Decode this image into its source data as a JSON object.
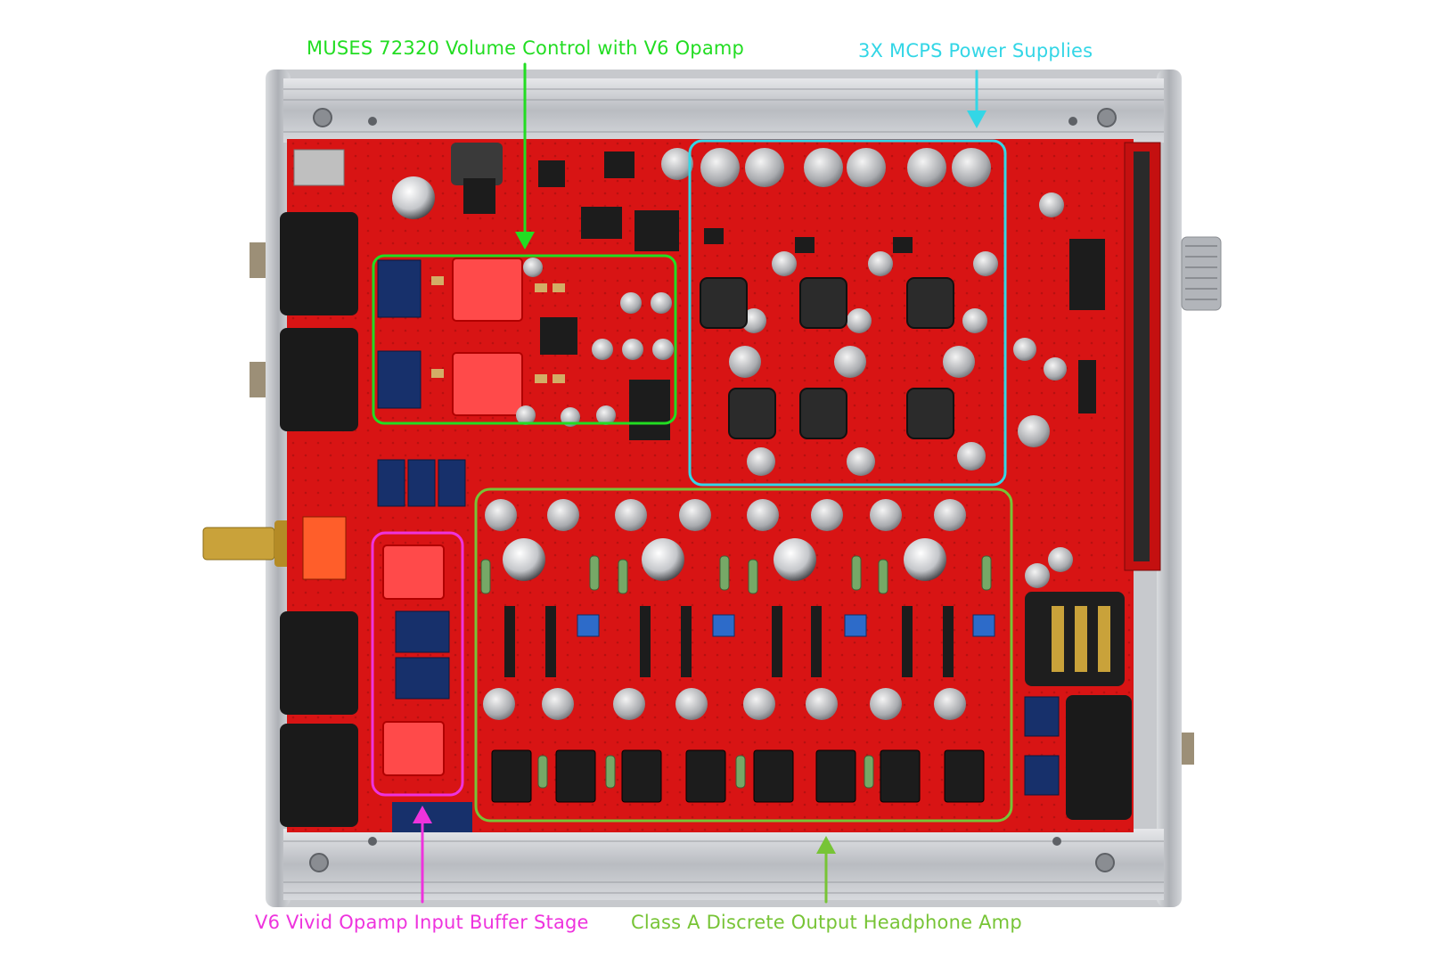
{
  "callouts": {
    "volume_control": "MUSES 72320 Volume Control with V6 Opamp",
    "power_supplies": "3X MCPS Power Supplies",
    "input_buffer": "V6 Vivid Opamp Input Buffer Stage",
    "headphone_amp": "Class A Discrete Output Headphone Amp"
  },
  "colors": {
    "volume_control": "#22dd22",
    "power_supplies": "#33d6e6",
    "input_buffer": "#ee33dd",
    "headphone_amp": "#77c436",
    "pcb": "#d81414",
    "chassis": "#c9cbcf"
  }
}
